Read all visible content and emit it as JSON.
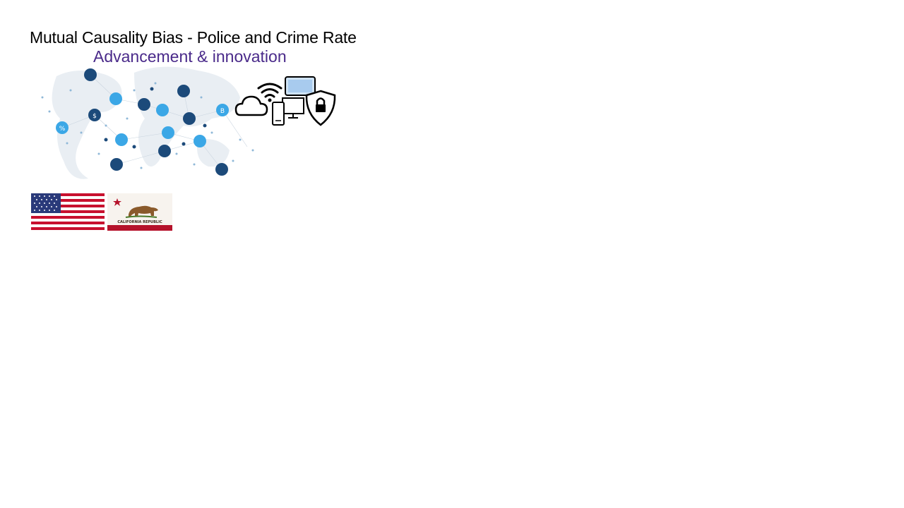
{
  "slide": {
    "title": "Mutual Causality Bias - Police and Crime Rate",
    "subtitle": "Advancement & innovation"
  },
  "images": {
    "network_map": "world-network-map-icon",
    "tech_icons": "cloud-wifi-device-lock-icons",
    "flag_us": "us-flag-icon",
    "flag_ca": "california-flag-icon",
    "flag_ca_text": "CALIFORNIA REPUBLIC"
  },
  "colors": {
    "title": "#000000",
    "subtitle": "#4a2a8a",
    "node_light": "#3ba7e6",
    "node_dark": "#1c4a7a"
  }
}
